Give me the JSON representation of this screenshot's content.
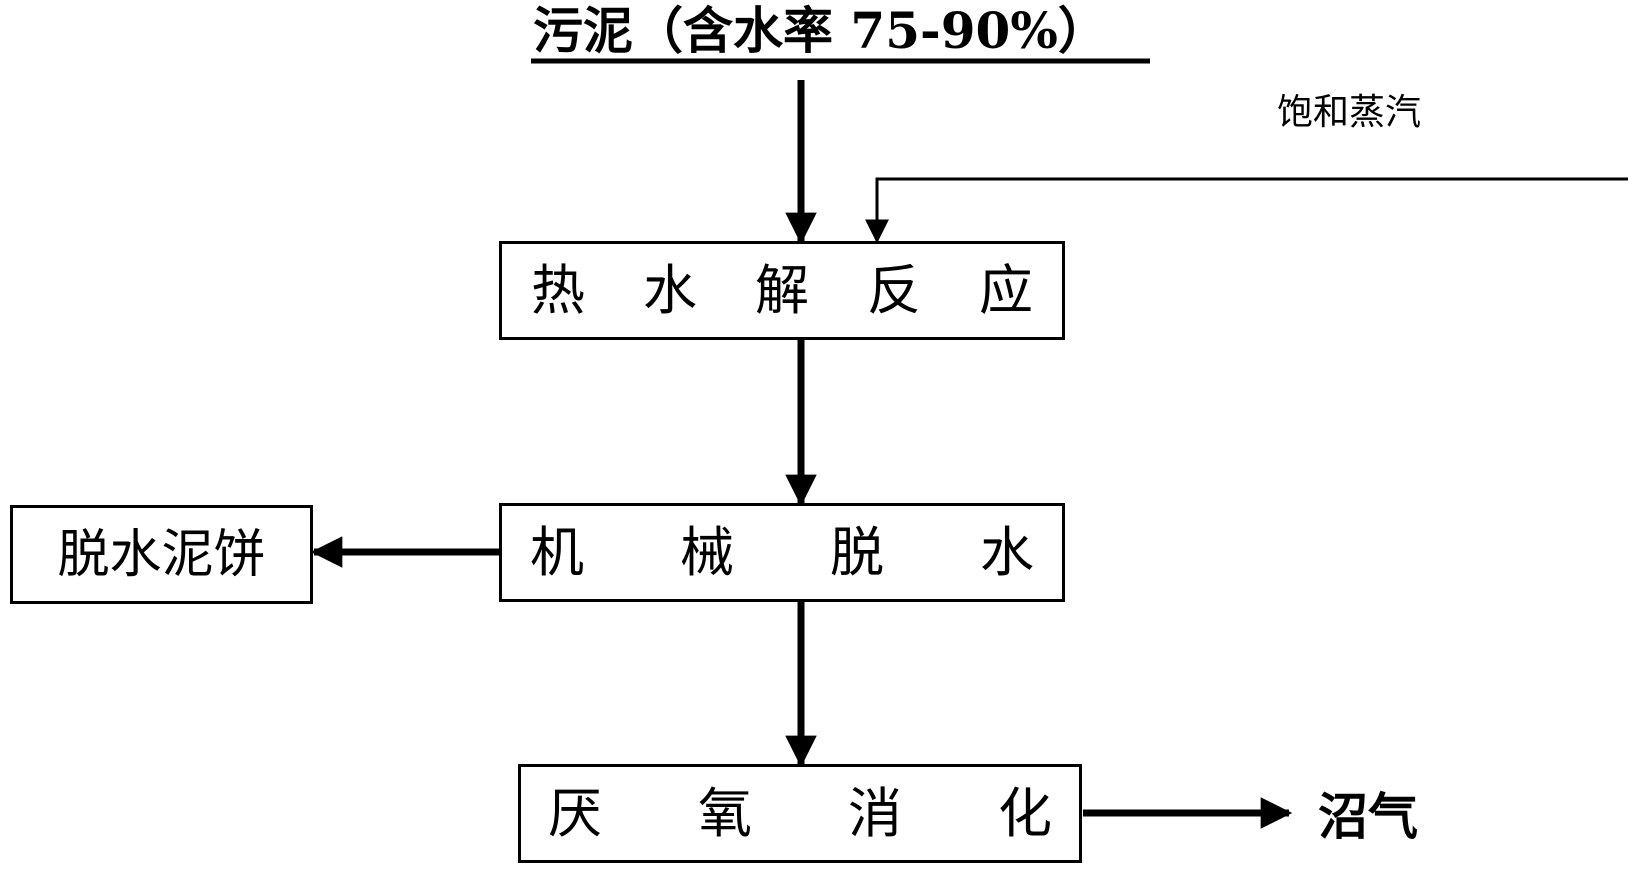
{
  "diagram": {
    "input": "污泥（含水率 75-90%）",
    "steam": "饱和蒸汽",
    "steps": {
      "hydrolysis": "热水解反应",
      "dewatering": "机械脱水",
      "digestion": "厌氧消化"
    },
    "outputs": {
      "cake": "脱水泥饼",
      "biogas": "沼气"
    }
  }
}
